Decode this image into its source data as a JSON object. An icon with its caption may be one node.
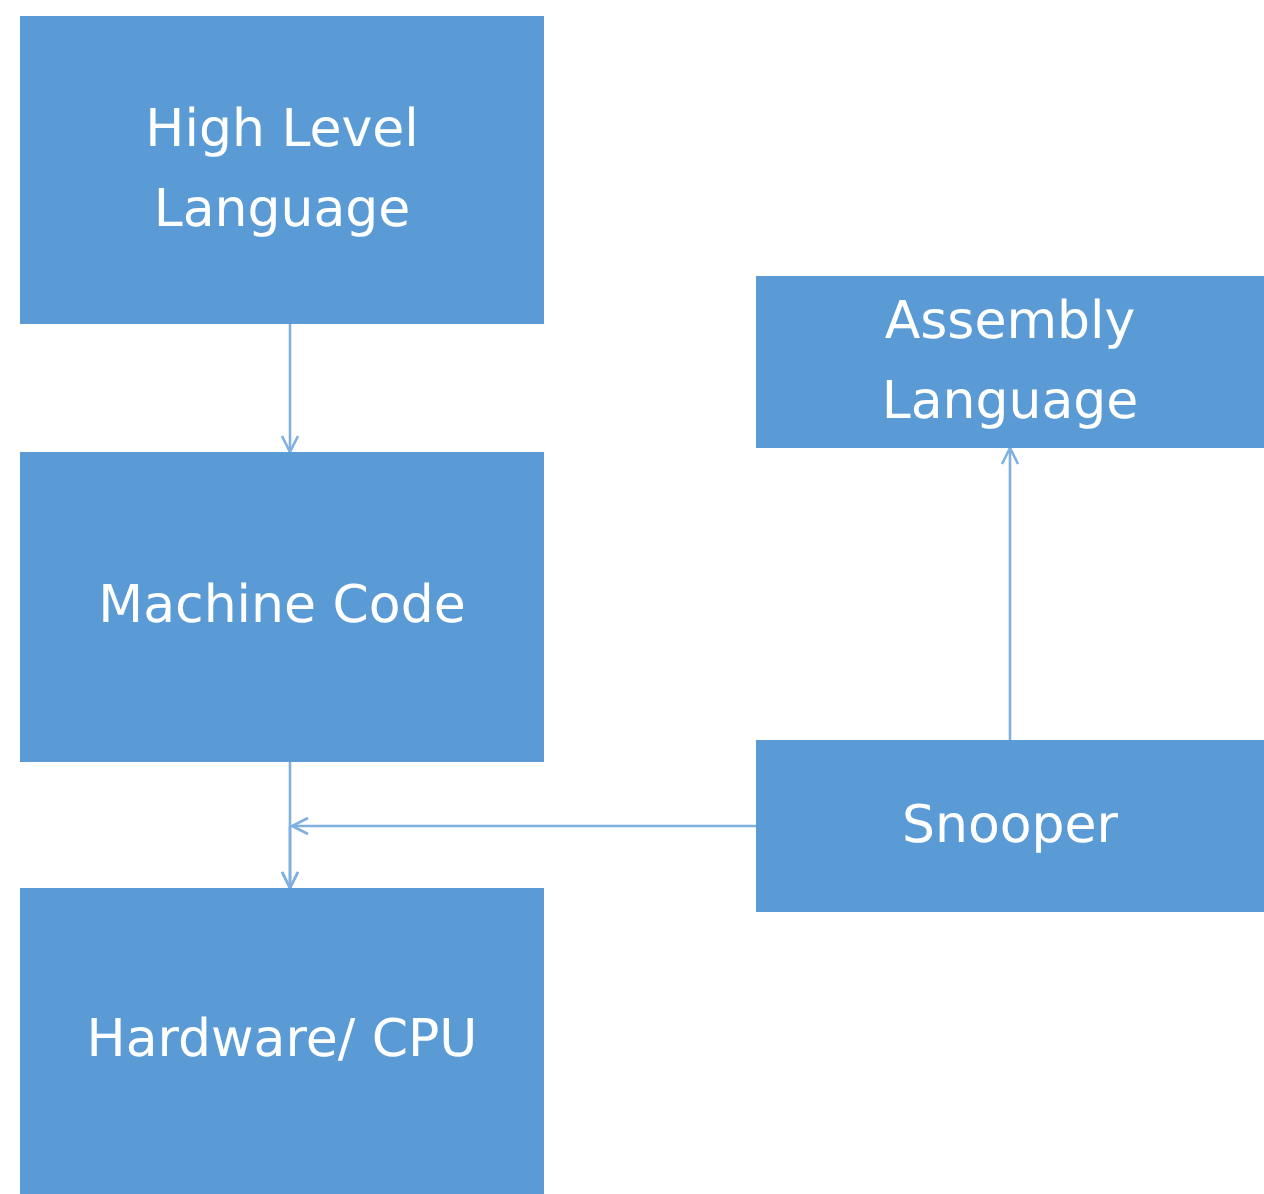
{
  "diagram": {
    "nodes": [
      {
        "text": [
          "High Level Language"
        ]
      },
      {
        "text": [
          "Machine Code"
        ]
      },
      {
        "text": [
          "Hardware/ CPU"
        ]
      },
      {
        "text": [
          "Assembly Language"
        ]
      },
      {
        "text": [
          "Snooper"
        ]
      }
    ],
    "edges": [
      {
        "from": 0,
        "to": 1,
        "arrow": "to"
      },
      {
        "from": 1,
        "to": 2,
        "arrow": "to"
      },
      {
        "from": 4,
        "to": 2,
        "arrow": "to"
      },
      {
        "from": 4,
        "to": 3,
        "arrow": "to"
      }
    ]
  }
}
